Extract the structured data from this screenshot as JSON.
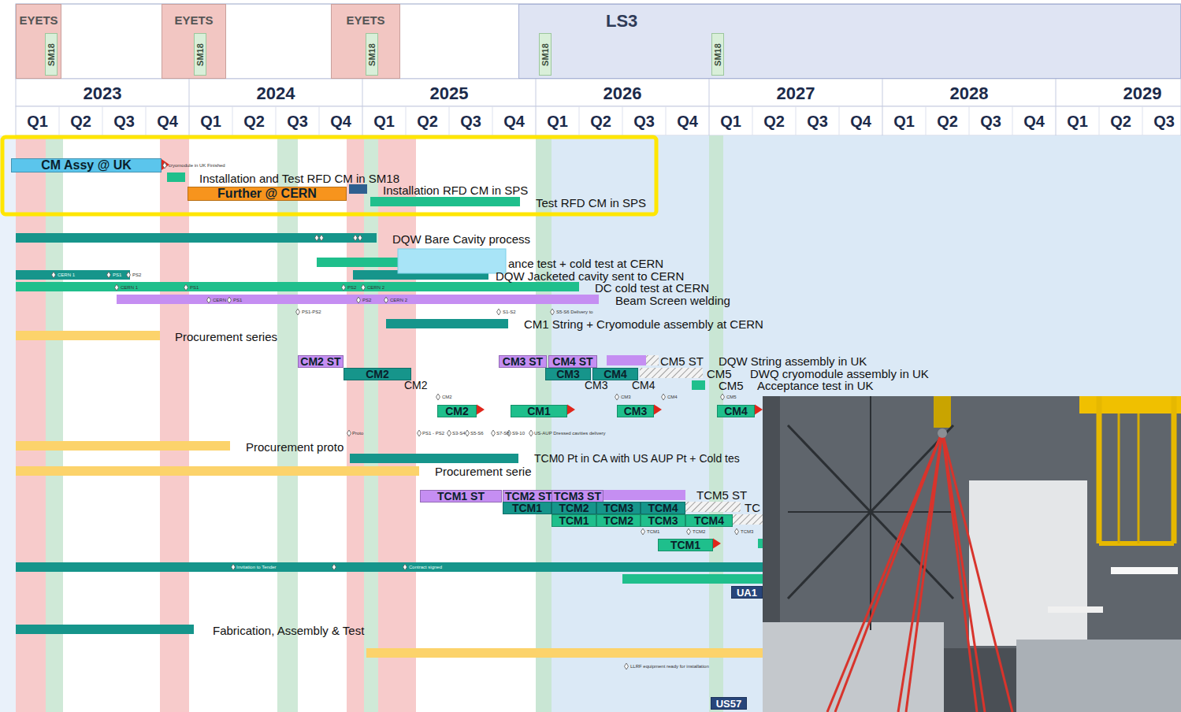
{
  "diagram": {
    "nodes": [
      {
        "text": [
          "EYETS"
        ]
      },
      {
        "text": [
          "SM18"
        ],
        "in": 0
      },
      {
        "text": [
          "EYETS"
        ]
      },
      {
        "text": [
          "SM18"
        ],
        "in": 2
      },
      {
        "text": [
          "EYETS"
        ]
      },
      {
        "text": [
          "SM18"
        ],
        "in": 4
      },
      {
        "text": [
          "LS3"
        ]
      },
      {
        "text": [
          "SM18"
        ],
        "in": 6
      },
      {
        "text": [
          "SM18"
        ],
        "in": 6
      },
      {
        "text": [
          "CM Assy @ UK"
        ]
      },
      {
        "text": [
          "Further @ CERN"
        ]
      },
      {
        "text": [
          "CM2 ST"
        ]
      },
      {
        "text": [
          "CM3 ST"
        ]
      },
      {
        "text": [
          "CM4 ST"
        ]
      },
      {
        "text": [
          "CM2"
        ]
      },
      {
        "text": [
          "CM3"
        ]
      },
      {
        "text": [
          "CM4"
        ]
      },
      {
        "text": [
          "CM2"
        ]
      },
      {
        "text": [
          "CM1"
        ]
      },
      {
        "text": [
          "CM3"
        ]
      },
      {
        "text": [
          "CM4"
        ]
      },
      {
        "text": [
          "TCM1 ST"
        ]
      },
      {
        "text": [
          "TCM2 ST"
        ]
      },
      {
        "text": [
          "TCM3 ST"
        ]
      },
      {
        "text": [
          "TCM1"
        ]
      },
      {
        "text": [
          "TCM2"
        ]
      },
      {
        "text": [
          "TCM3"
        ]
      },
      {
        "text": [
          "TCM4"
        ]
      },
      {
        "text": [
          "TCM1"
        ]
      },
      {
        "text": [
          "TCM2"
        ]
      },
      {
        "text": [
          "TCM3"
        ]
      },
      {
        "text": [
          "TCM4"
        ]
      },
      {
        "text": [
          "TCM1"
        ]
      },
      {
        "text": [
          "UA1"
        ]
      },
      {
        "text": [
          "US57"
        ]
      }
    ],
    "labels": [
      "2023",
      "2024",
      "2025",
      "2026",
      "2027",
      "2028",
      "2029",
      "Q1",
      "Q2",
      "Q3",
      "Q4",
      "Q1",
      "Q2",
      "Q3",
      "Q4",
      "Q1",
      "Q2",
      "Q3",
      "Q4",
      "Q1",
      "Q2",
      "Q3",
      "Q4",
      "Q1",
      "Q2",
      "Q3",
      "Q4",
      "Q1",
      "Q2",
      "Q3",
      "Q4",
      "Q1",
      "Q2",
      "Q3",
      "cryomodule in UK Finished",
      "Installation and Test RFD CM in SM18",
      "Installation RFD CM in SPS",
      "Test RFD CM in SPS",
      "DQW Bare Cavity process",
      "ance test + cold test at CERN",
      "CERN 1",
      "PS1",
      "PS2",
      "DQW Jacketed cavity sent to CERN",
      "CERN 1",
      "PS1",
      "PS2",
      "CERN 2",
      "DC cold test at CERN",
      "CERN",
      "PS1",
      "PS2",
      "CERN 2",
      "Beam Screen welding",
      "PS1-PS2",
      "S1-S2",
      "S5-S6 Delivery to",
      "CM1 String + Cryomodule assembly at CERN",
      "Procurement series",
      "CM5 ST",
      "DQW String assembly in UK",
      "CM5",
      "DWQ cryomodule assembly in UK",
      "CM2",
      "CM3",
      "CM4",
      "CM5",
      "Acceptance test in UK",
      "CM2",
      "CM3",
      "CM4",
      "CM5",
      "Proto",
      "PS1 - PS2",
      "S3-S4",
      "S5-S6",
      "S7-S8",
      "S9-10",
      "US-AUP Dressed cavities delivery",
      "Procurement proto",
      "TCM0 Pt in CA with US AUP Pt + Cold tes",
      "Procurement serie",
      "TCM5 ST",
      "TC",
      "TCM1",
      "TCM2",
      "TCM3",
      "Invitation to Tender",
      "Contract signed",
      "Fabrication, Assembly & Test",
      "LLRF equipment ready for installation"
    ]
  }
}
